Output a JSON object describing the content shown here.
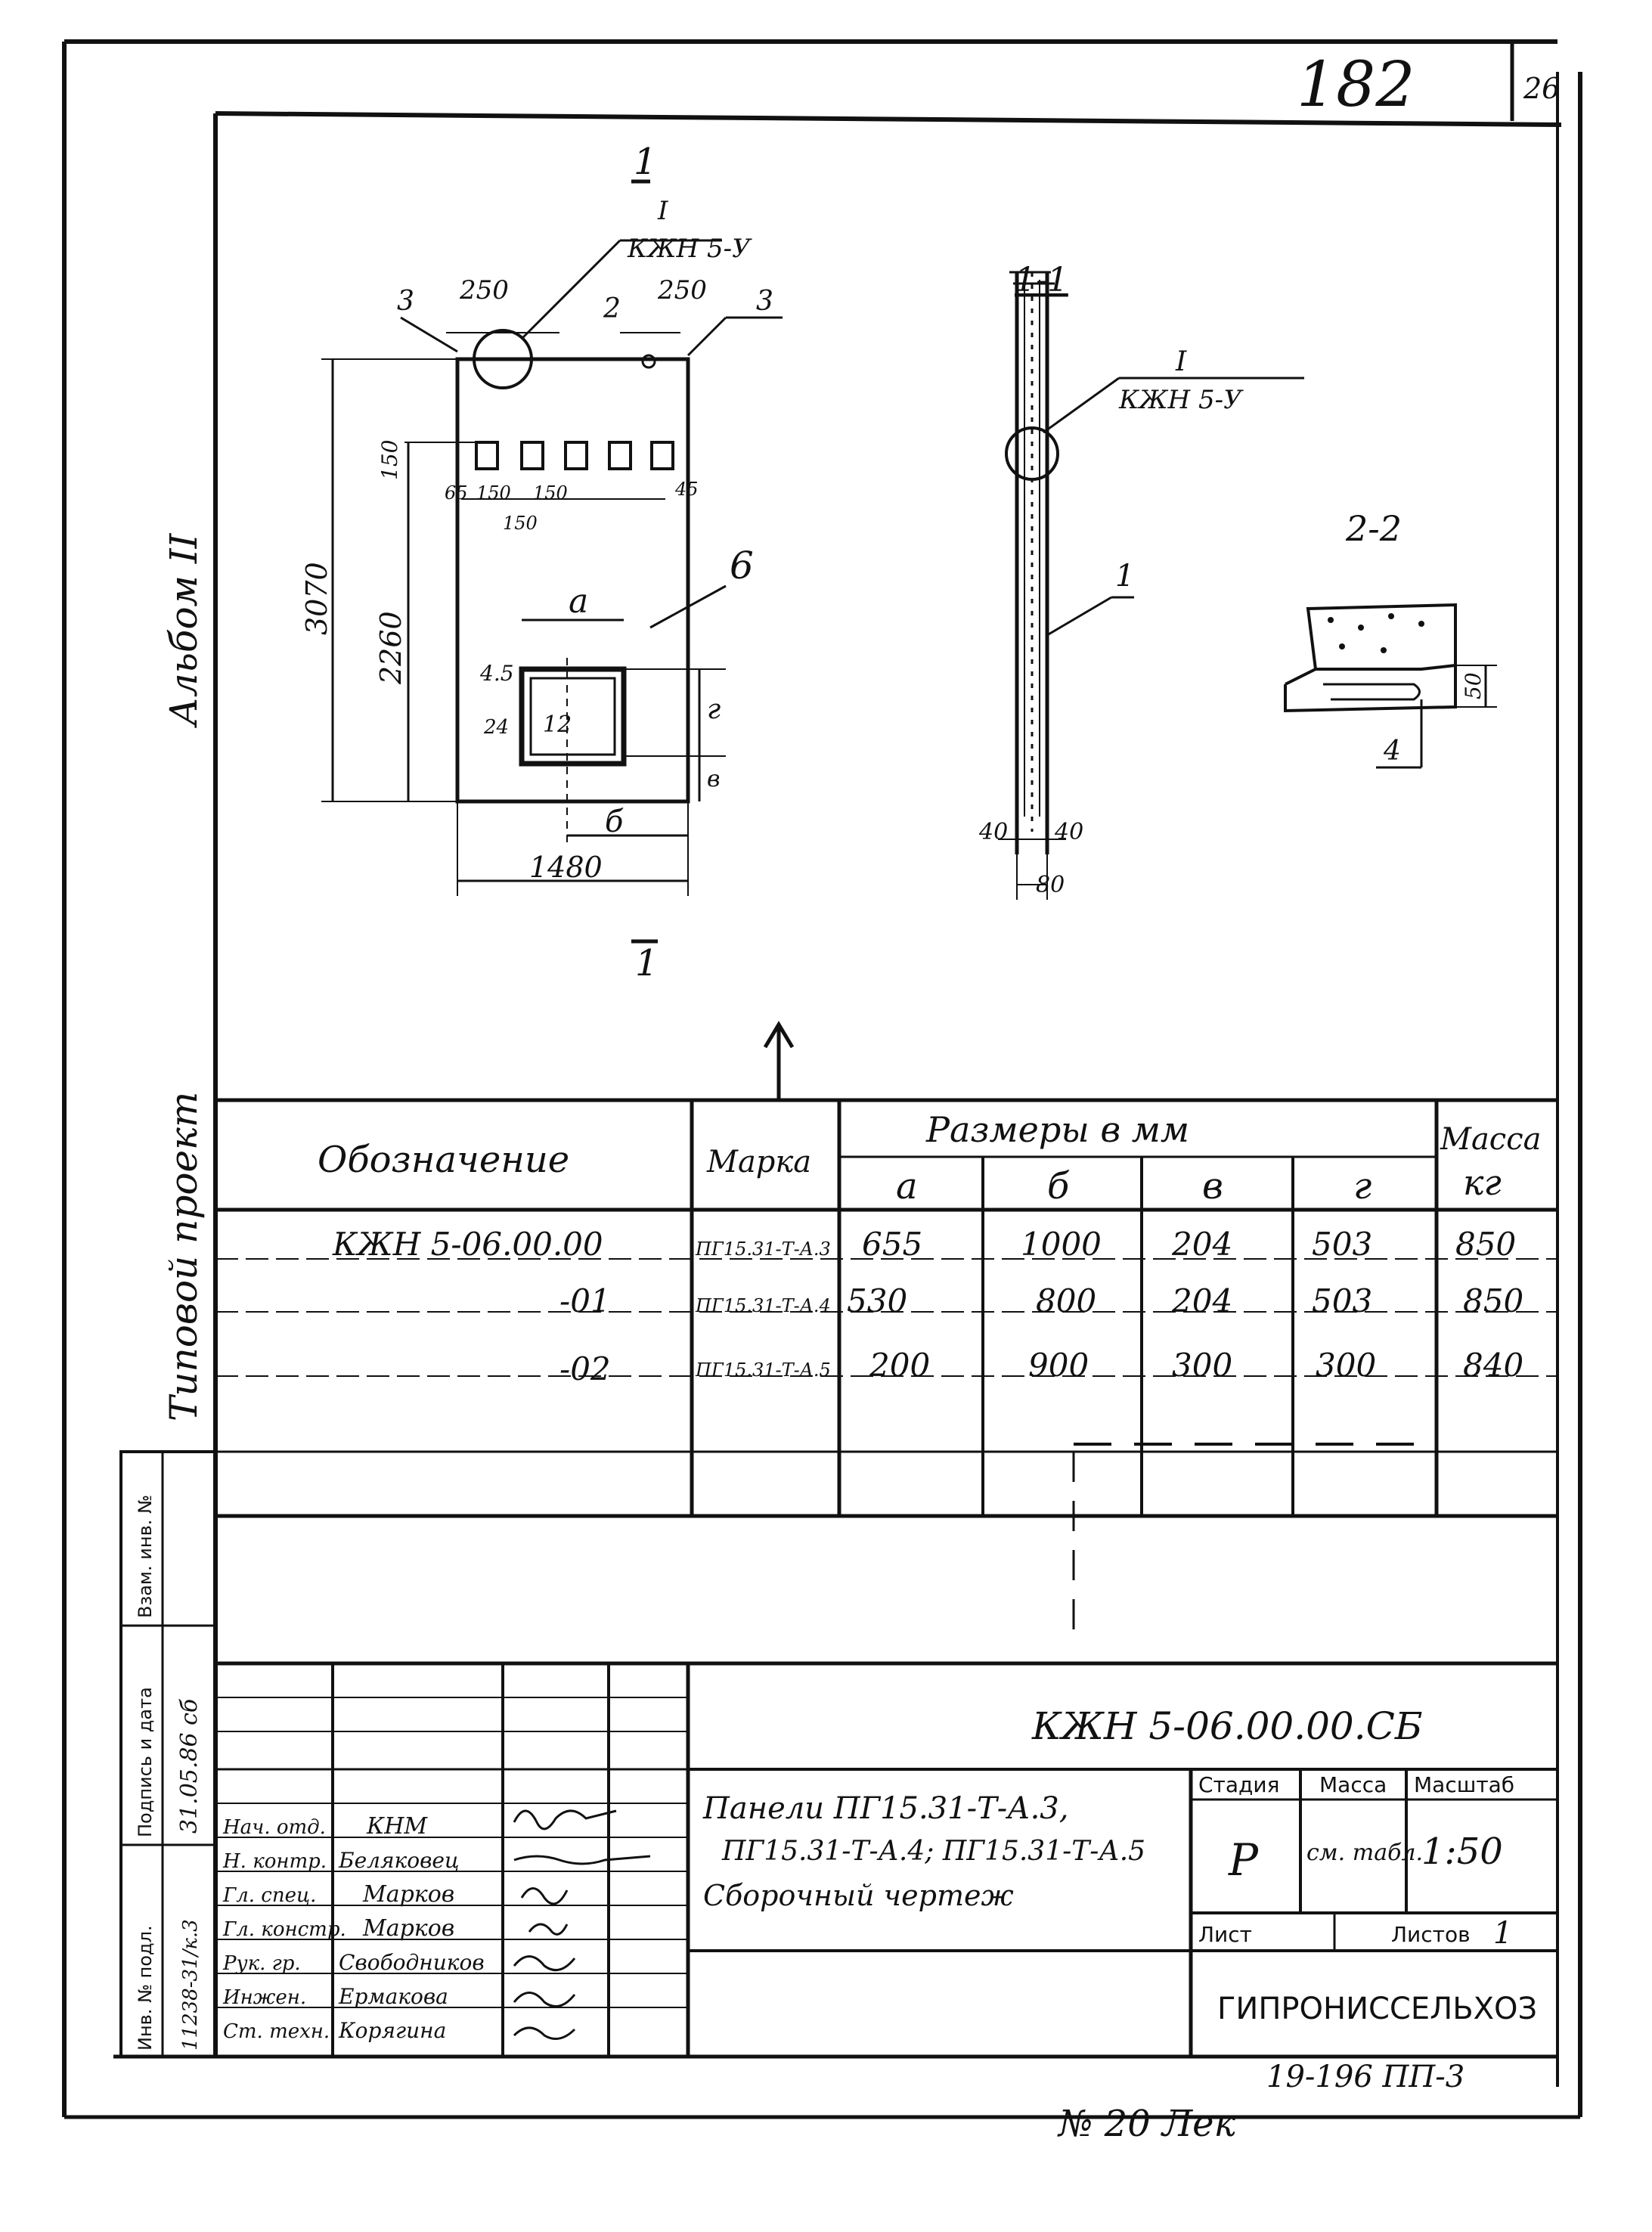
{
  "top_right": {
    "page_number": "182",
    "corner_number": "26",
    "stamp": "19-196 ПП-3",
    "note": "№ 20 Лек"
  },
  "left_margin": {
    "album": "Альбом II",
    "project_type": "Типовой проект",
    "strip_labels": [
      "Взам. инв. №",
      "Подпись и дата",
      "Инв. № подл."
    ],
    "inv_value": "11238-31/к.3",
    "date_value": "31.05.86 сб"
  },
  "drawing": {
    "front_view": {
      "section_mark_top": "1",
      "section_mark_bottom": "1",
      "detail_label": "I",
      "detail_ref": "КЖН 5-У",
      "callouts": [
        "3",
        "2",
        "3",
        "6",
        "12",
        "4.5",
        "24"
      ],
      "dims": {
        "top_left": "250",
        "top_right": "250",
        "height_total": "3070",
        "height_inner": "2260",
        "upper": "150",
        "row": [
          "65",
          "150",
          "150",
          "45"
        ],
        "row_sub": "150",
        "a": "а",
        "b": "б",
        "v": "в",
        "g": "г",
        "width": "1480"
      }
    },
    "section_1_1": {
      "title": "1-1",
      "detail_label": "I",
      "detail_ref": "КЖН 5-У",
      "callout": "1",
      "dims": {
        "left": "40",
        "right": "40",
        "total": "80"
      }
    },
    "section_2_2": {
      "title": "2-2",
      "callout": "4",
      "dim": "50"
    }
  },
  "spec_table": {
    "headers": {
      "designation": "Обозначение",
      "mark": "Марка",
      "sizes_group": "Размеры в мм",
      "mass_group": "Масса",
      "mass_unit": "кг",
      "cols": [
        "а",
        "б",
        "в",
        "г"
      ]
    },
    "rows": [
      {
        "designation": "КЖН 5-06.00.00",
        "mark": "ПГ15.31-Т-А.3",
        "a": "655",
        "b": "1000",
        "v": "204",
        "g": "503",
        "mass": "850"
      },
      {
        "designation": "-01",
        "mark": "ПГ15.31-Т-А.4",
        "a": "530",
        "b": "800",
        "v": "204",
        "g": "503",
        "mass": "850"
      },
      {
        "designation": "-02",
        "mark": "ПГ15.31-Т-А.5",
        "a": "200",
        "b": "900",
        "v": "300",
        "g": "300",
        "mass": "840"
      }
    ]
  },
  "title_block": {
    "doc_code": "КЖН 5-06.00.00.СБ",
    "title_lines": [
      "Панели ПГ15.31-Т-А.3,",
      "ПГ15.31-Т-А.4; ПГ15.31-Т-А.5",
      "Сборочный чертеж"
    ],
    "stage_label": "Стадия",
    "stage_value": "Р",
    "mass_label": "Масса",
    "mass_value": "см. табл.",
    "scale_label": "Масштаб",
    "scale_value": "1:50",
    "sheet_label": "Лист",
    "sheets_label": "Листов",
    "sheets_value": "1",
    "organization": "ГИПРОНИССЕЛЬХОЗ",
    "signatures": [
      {
        "role": "Нач. отд.",
        "name": "КНМ"
      },
      {
        "role": "Н. контр.",
        "name": "Беляковец"
      },
      {
        "role": "Гл. спец.",
        "name": "Марков"
      },
      {
        "role": "Гл. констр.",
        "name": "Марков"
      },
      {
        "role": "Рук. гр.",
        "name": "Свободников"
      },
      {
        "role": "Инжен.",
        "name": "Ермакова"
      },
      {
        "role": "Ст. техн.",
        "name": "Корягина"
      }
    ]
  }
}
